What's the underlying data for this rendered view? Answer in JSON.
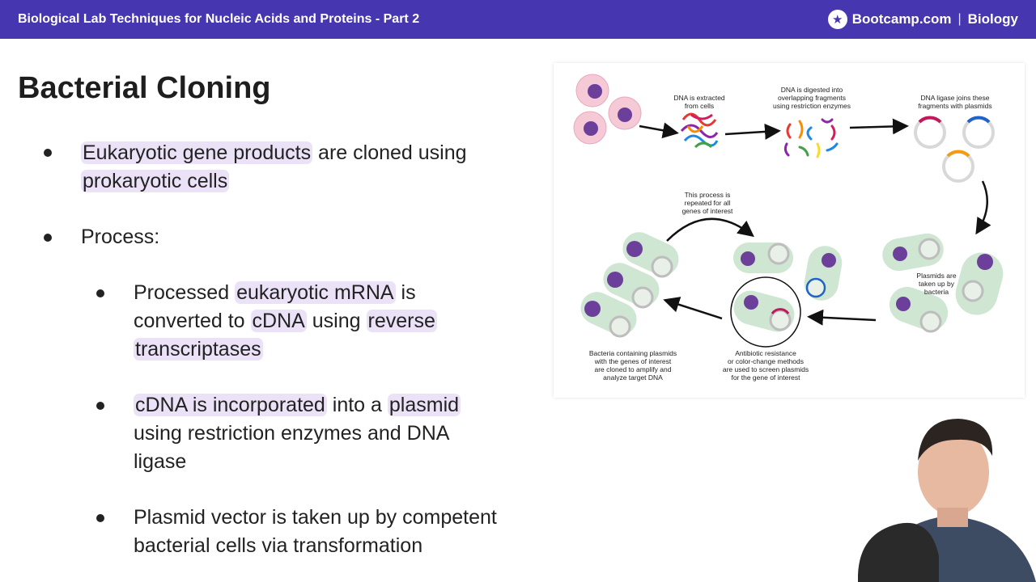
{
  "header": {
    "title": "Biological Lab Techniques for Nucleic Acids and Proteins - Part 2",
    "brand": "Bootcamp.com",
    "separator": "|",
    "subject": "Biology",
    "logo_icon": "star-badge-icon"
  },
  "slide": {
    "title": "Bacterial Cloning",
    "highlight_color": "#ebe2f8",
    "bullets": [
      {
        "line1": {
          "hl": "Eukaryotic gene products",
          "text": " are cloned using"
        },
        "line2": {
          "hl": "prokaryotic cells"
        }
      },
      {
        "text": "Process:",
        "sub": [
          {
            "line1": {
              "pre": "Processed ",
              "hl": "eukaryotic mRNA",
              "post": " is"
            },
            "line2": {
              "pre": "converted to ",
              "hl1": "cDNA",
              "mid": " using ",
              "hl2": "reverse"
            },
            "line3": {
              "hl": "transcriptases"
            }
          },
          {
            "line1": {
              "hl1": "cDNA is incorporated",
              "mid": " into a ",
              "hl2": "plasmid"
            },
            "line2": "using restriction enzymes and DNA",
            "line3": "ligase"
          },
          {
            "line1": "Plasmid vector is taken up by competent",
            "line2": "bacterial cells via transformation"
          }
        ]
      }
    ]
  },
  "diagram": {
    "labels": {
      "extract": [
        "DNA is extracted",
        "from cells"
      ],
      "digest": [
        "DNA is digested into",
        "overlapping fragments",
        "using restriction enzymes"
      ],
      "ligase": [
        "DNA ligase joins these",
        "fragments with plasmids"
      ],
      "repeat": [
        "This process is",
        "repeated for all",
        "genes of interest"
      ],
      "uptake": [
        "Plasmids are",
        "taken up by",
        "bacteria"
      ],
      "clone": [
        "Bacteria containing plasmids",
        "with the genes of interest",
        "are cloned to amplify and",
        "analyze target DNA"
      ],
      "screen": [
        "Antibiotic resistance",
        "or color-change methods",
        "are used to screen plasmids",
        "for the gene of interest"
      ]
    },
    "colors": {
      "cell": "#f6c9d6",
      "nucleus": "#6b3f9a",
      "bacterium": "#cfe6d2",
      "plasmid": "#d8d8d8",
      "insert": "#c2185b"
    }
  }
}
